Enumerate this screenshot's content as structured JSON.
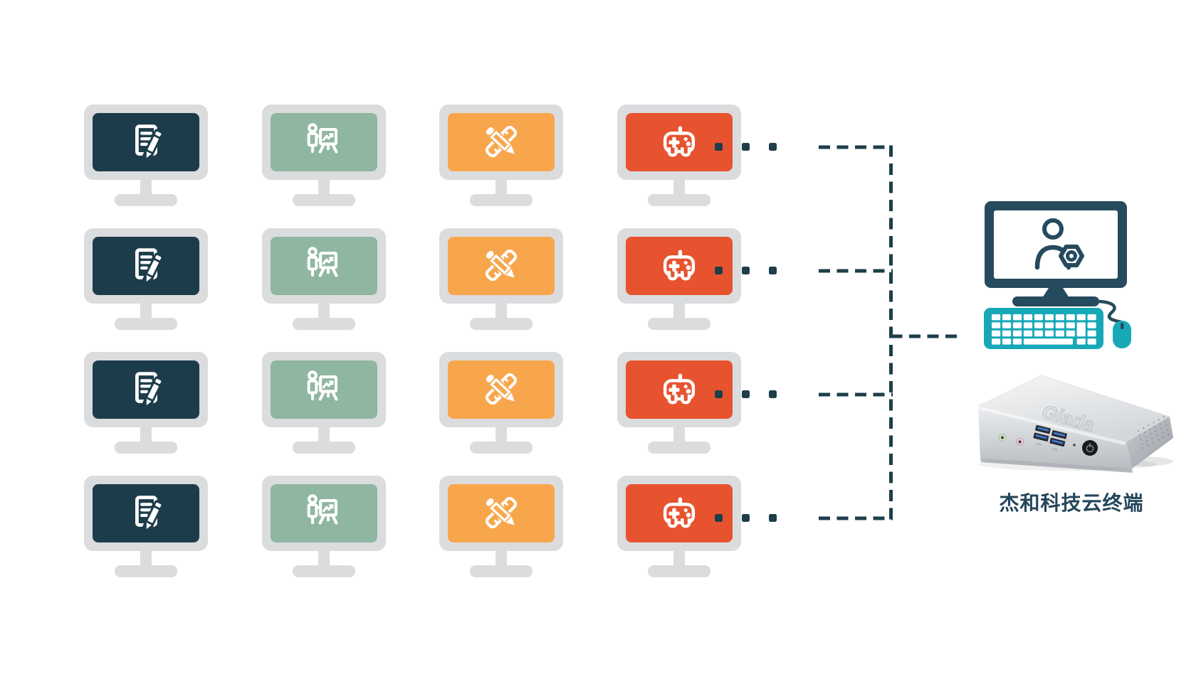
{
  "page": {
    "background": "#ffffff"
  },
  "colors": {
    "monitor_frame_gray": "#dbdcde",
    "navy_screen": "#1d3c4b",
    "green_screen": "#8fb6a1",
    "orange_screen": "#f8a64c",
    "red_screen": "#e7532f",
    "connector_navy": "#1d3e4a",
    "terminal_navy": "#264a5e",
    "teal": "#17a8b7",
    "label_navy": "#24465a"
  },
  "workstations": {
    "rows": 4,
    "row_ellipsis_icon": "ellipsis-icon",
    "columns": [
      {
        "name": "document-editing",
        "icon": "document-edit-icon",
        "screen_color": "#1d3c4b"
      },
      {
        "name": "presentation",
        "icon": "presentation-chart-icon",
        "screen_color": "#8fb6a1"
      },
      {
        "name": "design-tools",
        "icon": "ruler-pencil-icon",
        "screen_color": "#f8a64c"
      },
      {
        "name": "gaming",
        "icon": "gamepad-icon",
        "screen_color": "#e7532f"
      }
    ]
  },
  "terminal": {
    "label": "杰和科技云终端",
    "monitor_icon": "user-settings-icon",
    "device_logo": "Giada",
    "usb_port_label": "USB"
  }
}
